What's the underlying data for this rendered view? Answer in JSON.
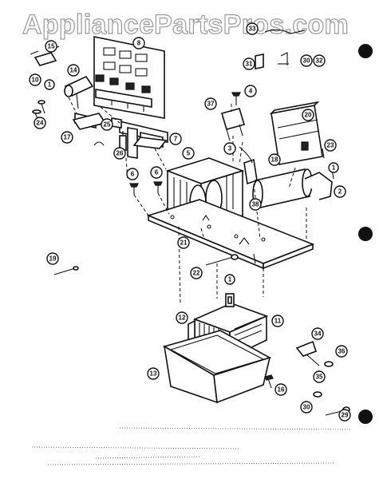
{
  "watermark": "AppliancePartsPros.com",
  "callouts": {
    "c15": "15",
    "c8": "8",
    "c14": "14",
    "c10": "10",
    "c1a": "1",
    "c24": "24",
    "c25": "25",
    "c17": "17",
    "c26": "26",
    "c7": "7",
    "c5": "5",
    "c6a": "6",
    "c6b": "6",
    "c21": "21",
    "c22": "22",
    "c1b": "1",
    "c19": "19",
    "c37": "37",
    "c4": "4",
    "c3": "3",
    "c18": "18",
    "c38": "38",
    "c20": "20",
    "c23": "23",
    "c1c": "1",
    "c2": "2",
    "c31": "31",
    "c30": "30",
    "c32": "32",
    "c33": "33",
    "c12": "12",
    "c11": "11",
    "c13": "13",
    "c34": "34",
    "c36": "36",
    "c35": "35",
    "c16": "16",
    "c30b": "30",
    "c29": "29"
  }
}
